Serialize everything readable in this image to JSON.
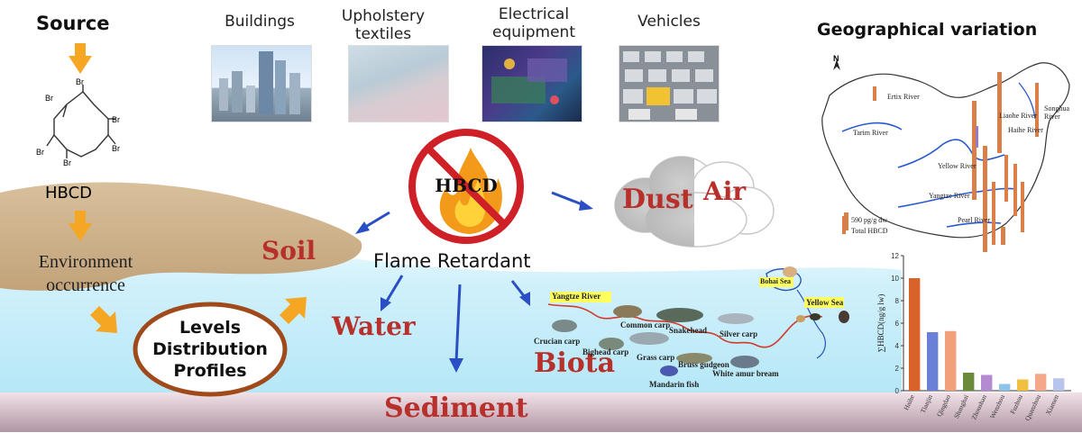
{
  "source_col": {
    "title": "Source",
    "br_labels": [
      "Br",
      "Br",
      "Br",
      "Br",
      "Br",
      "Br"
    ],
    "compound": "HBCD",
    "env_line1": "Environment",
    "env_line2": "occurrence"
  },
  "categories": [
    {
      "label_l1": "Buildings",
      "label_l2": ""
    },
    {
      "label_l1": "Upholstery",
      "label_l2": "textiles"
    },
    {
      "label_l1": "Electrical",
      "label_l2": "equipment"
    },
    {
      "label_l1": "Vehicles",
      "label_l2": ""
    }
  ],
  "center": {
    "badge": "HBCD",
    "flame_retardant": "Flame Retardant"
  },
  "compartments": {
    "soil": "Soil",
    "water": "Water",
    "sediment": "Sediment",
    "biota": "Biota",
    "dust": "Dust",
    "air": "Air"
  },
  "levels_box": {
    "line1": "Levels",
    "line2": "Distribution",
    "line3": "Profiles"
  },
  "map": {
    "title": "Geographical variation",
    "north": "N",
    "rivers": [
      "Tarim River",
      "Yellow River",
      "Yangtze River",
      "Pearl River",
      "Liaohe River",
      "Haihe River",
      "Songhua River",
      "Ertix River"
    ],
    "legend_value": "590 pg/g dw",
    "legend_label": "Total HBCD"
  },
  "biota_map": {
    "yangtze_label": "Yangtze River",
    "bohai_label": "Bohai Sea",
    "yellow_sea_label": "Yellow Sea",
    "fish": [
      "Crucian carp",
      "Common carp",
      "Snakehead",
      "Silver carp",
      "Bighead carp",
      "Grass carp",
      "Bruss gudgeon",
      "White amur bream",
      "Mandarin fish"
    ]
  },
  "colors": {
    "accent_red": "#b8302c",
    "arrow_orange": "#f5a623",
    "arrow_blue": "#2a4fc4",
    "soil_tan": "#c8ad86"
  },
  "chart_data": {
    "type": "bar",
    "ylabel": "∑HBCD(ng/g lw)",
    "ylim": [
      0,
      12
    ],
    "yticks": [
      "0",
      "2",
      "4",
      "6",
      "8",
      "10",
      "12"
    ],
    "categories": [
      "Haihe",
      "Tianjin",
      "Qingdao",
      "Shanghai",
      "Zhoushan",
      "Wenzhou",
      "Fuzhou",
      "Quanzhou",
      "Xiamen"
    ],
    "values": [
      10.0,
      5.2,
      5.3,
      1.6,
      1.4,
      0.6,
      1.0,
      1.5,
      1.1
    ],
    "bar_colors": [
      "#d9622a",
      "#6a7fd6",
      "#f2a07a",
      "#6b8a3a",
      "#b48ad2",
      "#8ec4e8",
      "#f2c040",
      "#f4a88a",
      "#b8c4ec"
    ]
  }
}
